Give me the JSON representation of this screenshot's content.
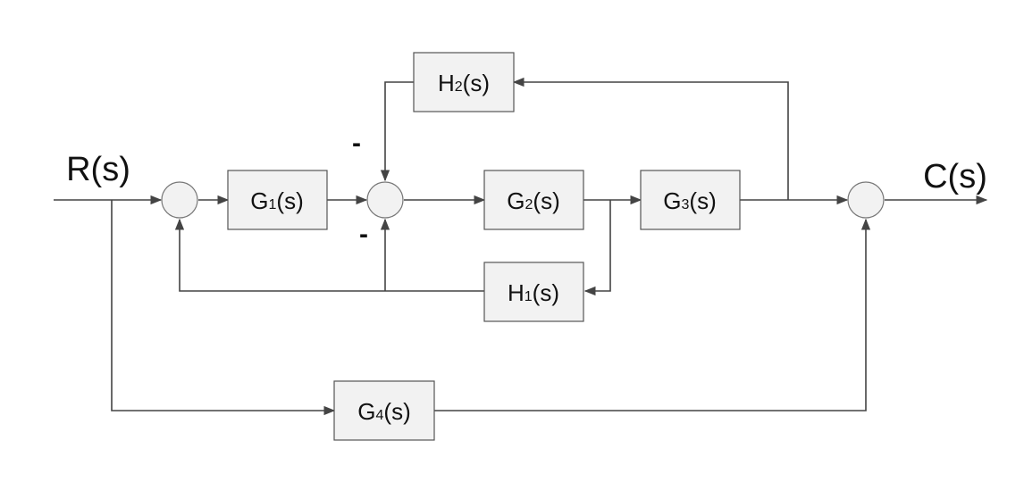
{
  "input_label": "R(s)",
  "output_label": "C(s)",
  "blocks": {
    "g1": {
      "main": "G",
      "sub": "1",
      "tail": "(s)"
    },
    "g2": {
      "main": "G",
      "sub": "2",
      "tail": "(s)"
    },
    "g3": {
      "main": "G",
      "sub": "3",
      "tail": "(s)"
    },
    "g4": {
      "main": "G",
      "sub": "4",
      "tail": "(s)"
    },
    "h1": {
      "main": "H",
      "sub": "1",
      "tail": "(s)"
    },
    "h2": {
      "main": "H",
      "sub": "2",
      "tail": "(s)"
    }
  },
  "signs": {
    "top_minus": "-",
    "bottom_minus": "-"
  },
  "colors": {
    "block_fill": "#f2f2f2",
    "wire": "#444444"
  }
}
